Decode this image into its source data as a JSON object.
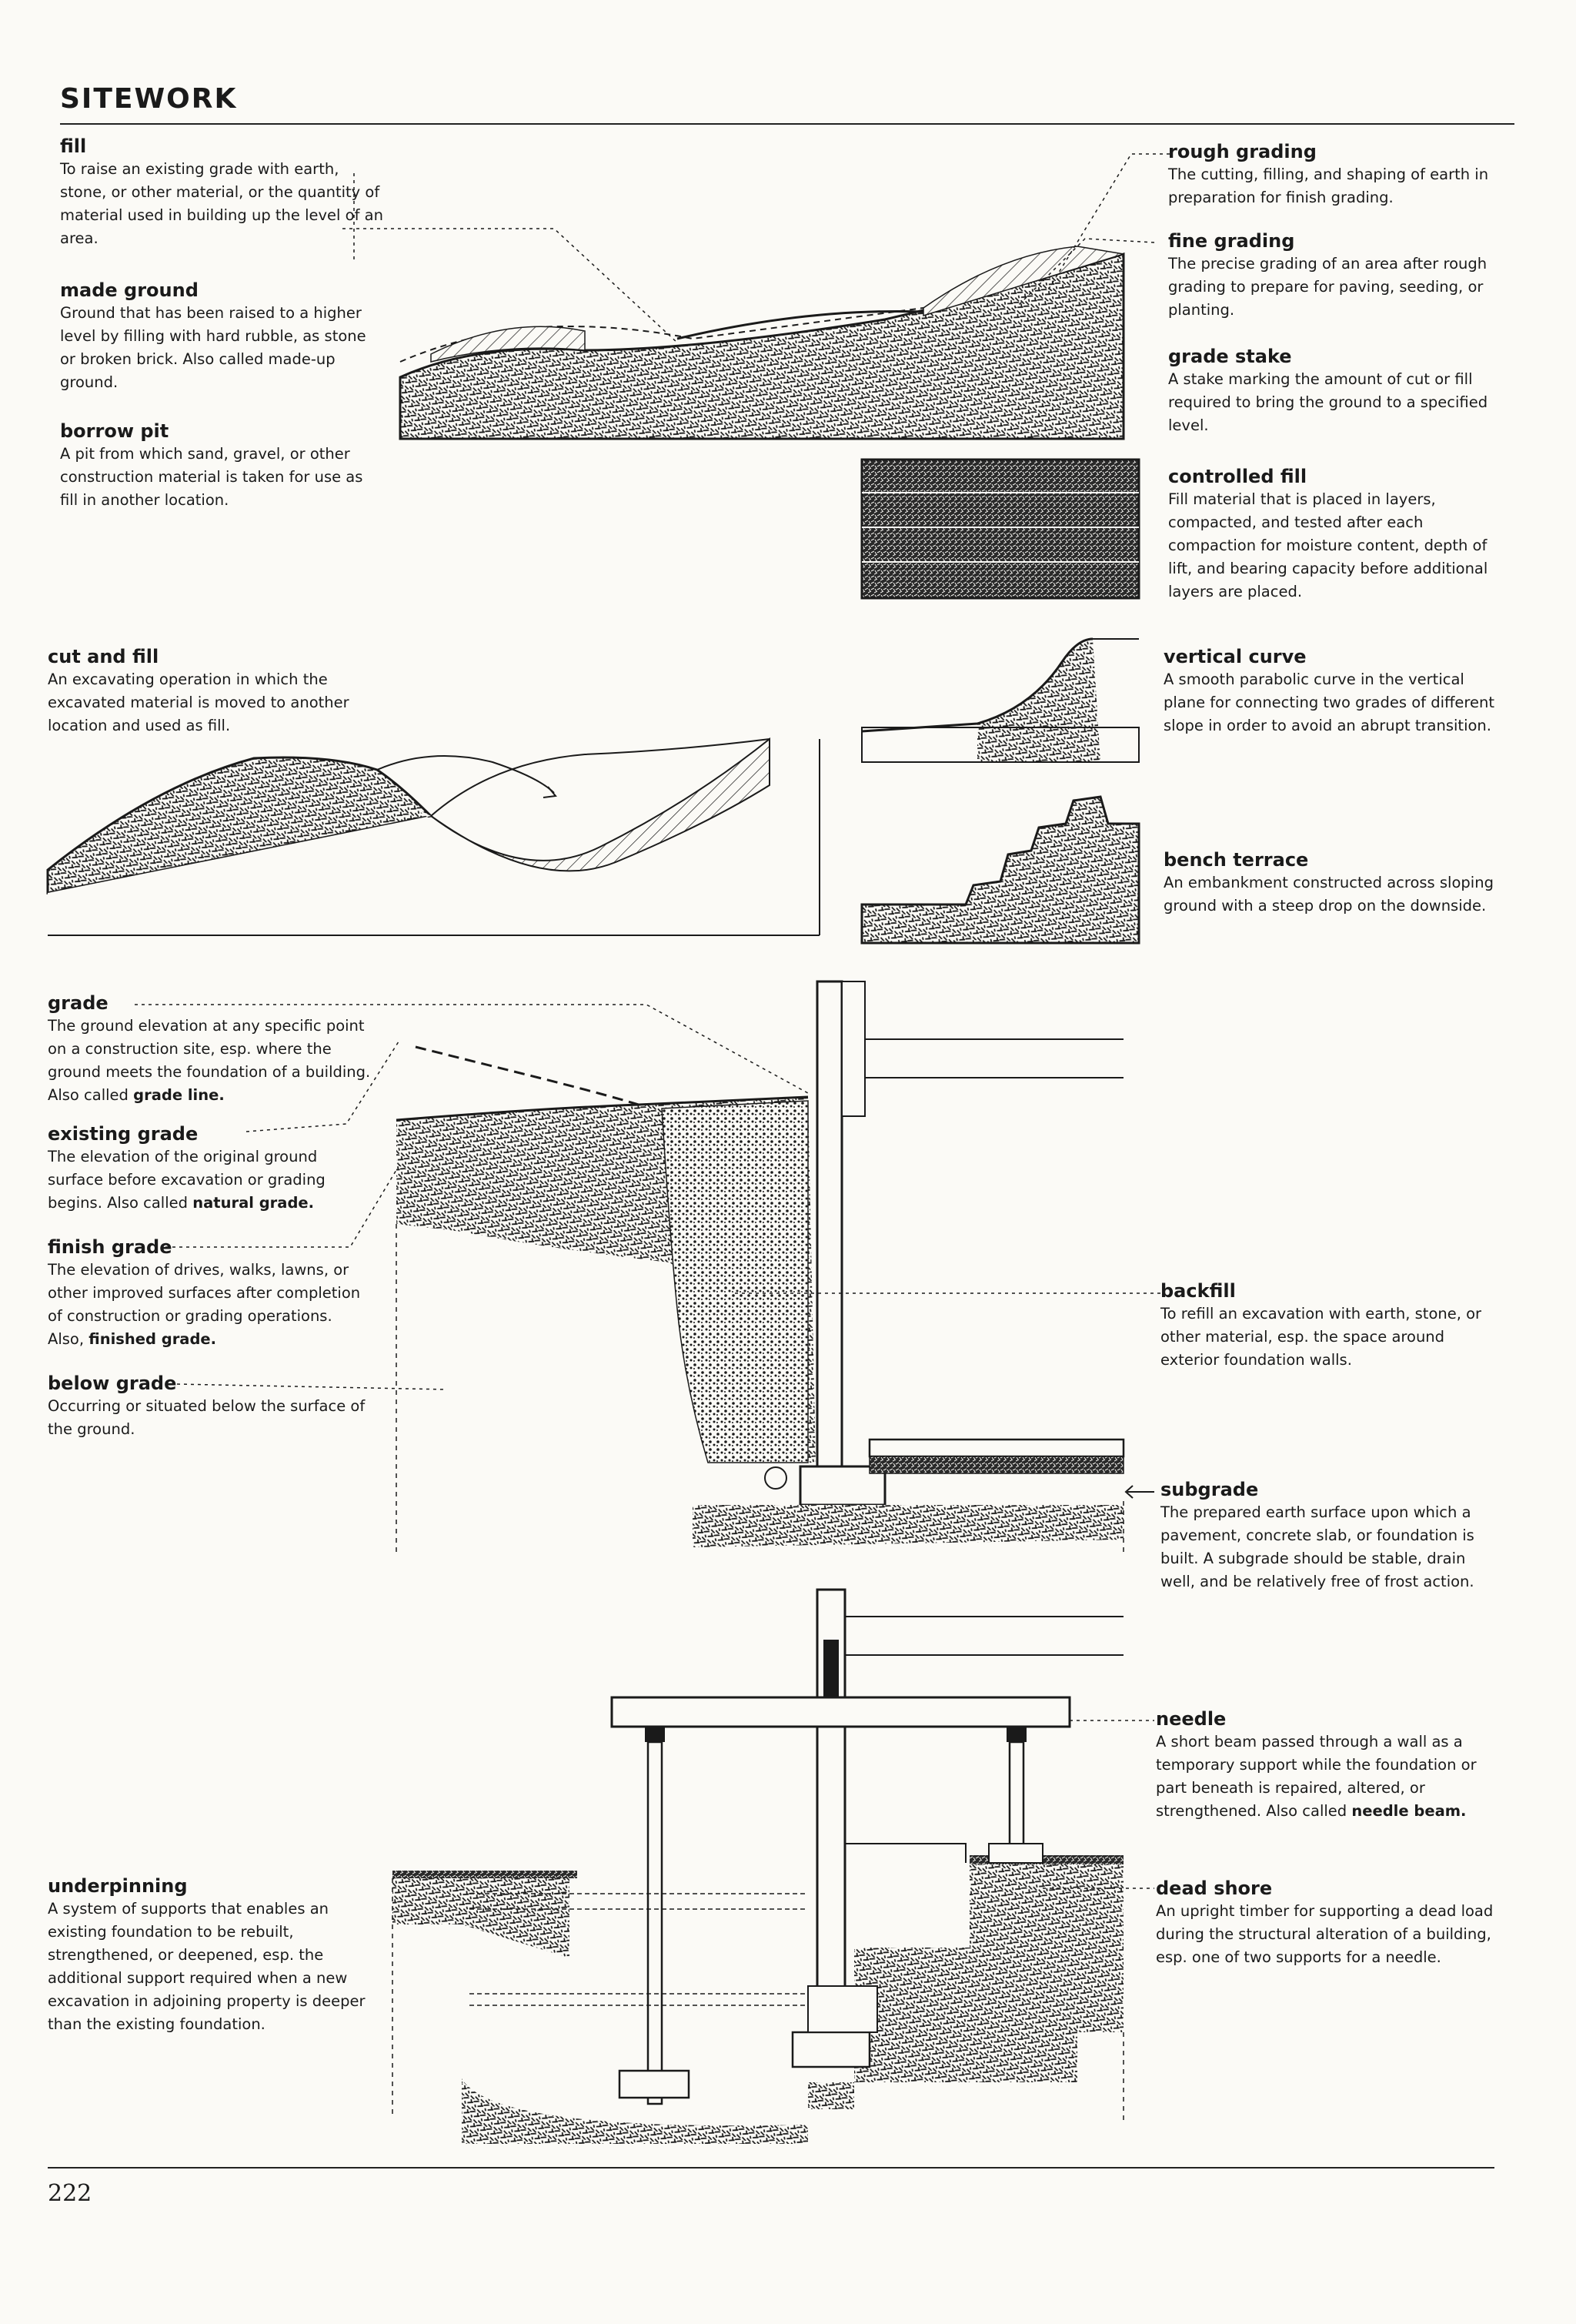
{
  "header": {
    "title": "SITEWORK"
  },
  "page_number": "222",
  "entries": {
    "fill": {
      "term": "fill",
      "definition": "To raise an existing grade with earth, stone, or other material, or the quantity of material used in building up the level of an area."
    },
    "made_ground": {
      "term": "made ground",
      "definition": "Ground that has been raised to a higher level by filling with hard rubble, as stone or broken brick. Also called made-up ground."
    },
    "borrow_pit": {
      "term": "borrow pit",
      "definition": "A pit from which sand, gravel, or other construction material is taken for use as fill in another location."
    },
    "rough_grading": {
      "term": "rough grading",
      "definition": "The cutting, filling, and shaping of earth in preparation for finish grading."
    },
    "fine_grading": {
      "term": "fine grading",
      "definition": "The precise grading of an area after rough grading to prepare for paving, seeding, or planting."
    },
    "grade_stake": {
      "term": "grade stake",
      "definition": "A stake marking the amount of cut or fill required to bring the ground to a specified level."
    },
    "controlled_fill": {
      "term": "controlled fill",
      "definition": "Fill material that is placed in layers, compacted, and tested after each compaction for moisture content, depth of lift, and bearing capacity before additional layers are placed."
    },
    "cut_and_fill": {
      "term": "cut and fill",
      "definition": "An excavating operation in which the excavated material is moved to another location and used as fill."
    },
    "vertical_curve": {
      "term": "vertical curve",
      "definition": "A smooth parabolic curve in the vertical plane for connecting two grades of different slope in order to avoid an abrupt transition."
    },
    "bench_terrace": {
      "term": "bench terrace",
      "definition": "An embankment constructed across sloping ground with a steep drop on the downside."
    },
    "grade": {
      "term": "grade",
      "definition": "The ground elevation at any specific point on a construction site, esp. where the ground meets the foundation of a building. Also called",
      "bold_tail": "grade line."
    },
    "existing_grade": {
      "term": "existing grade",
      "definition": "The elevation of the original ground surface before excavation or grading begins. Also called",
      "bold_tail": "natural grade."
    },
    "finish_grade": {
      "term": "finish grade",
      "definition": "The elevation of drives, walks, lawns, or other improved surfaces after completion of construction or grading operations. Also,",
      "bold_tail": "finished grade."
    },
    "below_grade": {
      "term": "below grade",
      "definition": "Occurring or situated below the surface of the ground."
    },
    "backfill": {
      "term": "backfill",
      "definition": "To refill an excavation with earth, stone, or other material, esp. the space around exterior foundation walls."
    },
    "subgrade": {
      "term": "subgrade",
      "definition": "The prepared earth surface upon which a pavement, concrete slab, or foundation is built. A subgrade should be stable, drain well, and be relatively free of frost action."
    },
    "needle": {
      "term": "needle",
      "definition": "A short beam passed through a wall as a temporary support while the foundation or part beneath is repaired, altered, or strengthened. Also called",
      "bold_tail": "needle beam."
    },
    "underpinning": {
      "term": "underpinning",
      "definition": "A system of supports that enables an existing foundation to be rebuilt, strengthened, or deepened, esp. the additional support required when a new excavation in adjoining property is deeper than the existing foundation."
    },
    "dead_shore": {
      "term": "dead shore",
      "definition": "An upright timber for supporting a dead load during the structural alteration of a building, esp. one of two supports for a needle."
    }
  },
  "colors": {
    "ink": "#1a1a1a",
    "paper": "#fbfaf6"
  }
}
